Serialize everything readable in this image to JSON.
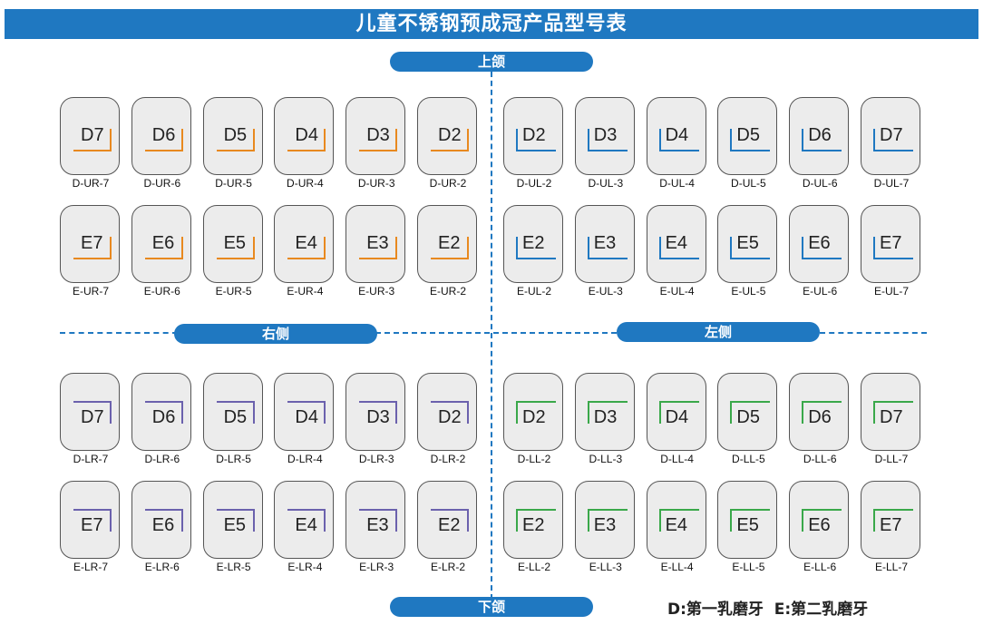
{
  "title": "儿童不锈钢预成冠产品型号表",
  "labels": {
    "upper": "上颌",
    "lower": "下颌",
    "right": "右侧",
    "left": "左侧"
  },
  "legend": "D:第一乳磨牙  E:第二乳磨牙",
  "colors": {
    "header": "#1f78c1",
    "upper_right": "#e8891f",
    "upper_left": "#1f78c1",
    "lower_right": "#6b61ad",
    "lower_left": "#3aa84a"
  },
  "quadrants": {
    "upper_right": {
      "rows": [
        [
          {
            "label": "D7",
            "code": "D-UR-7"
          },
          {
            "label": "D6",
            "code": "D-UR-6"
          },
          {
            "label": "D5",
            "code": "D-UR-5"
          },
          {
            "label": "D4",
            "code": "D-UR-4"
          },
          {
            "label": "D3",
            "code": "D-UR-3"
          },
          {
            "label": "D2",
            "code": "D-UR-2"
          }
        ],
        [
          {
            "label": "E7",
            "code": "E-UR-7"
          },
          {
            "label": "E6",
            "code": "E-UR-6"
          },
          {
            "label": "E5",
            "code": "E-UR-5"
          },
          {
            "label": "E4",
            "code": "E-UR-4"
          },
          {
            "label": "E3",
            "code": "E-UR-3"
          },
          {
            "label": "E2",
            "code": "E-UR-2"
          }
        ]
      ]
    },
    "upper_left": {
      "rows": [
        [
          {
            "label": "D2",
            "code": "D-UL-2"
          },
          {
            "label": "D3",
            "code": "D-UL-3"
          },
          {
            "label": "D4",
            "code": "D-UL-4"
          },
          {
            "label": "D5",
            "code": "D-UL-5"
          },
          {
            "label": "D6",
            "code": "D-UL-6"
          },
          {
            "label": "D7",
            "code": "D-UL-7"
          }
        ],
        [
          {
            "label": "E2",
            "code": "E-UL-2"
          },
          {
            "label": "E3",
            "code": "E-UL-3"
          },
          {
            "label": "E4",
            "code": "E-UL-4"
          },
          {
            "label": "E5",
            "code": "E-UL-5"
          },
          {
            "label": "E6",
            "code": "E-UL-6"
          },
          {
            "label": "E7",
            "code": "E-UL-7"
          }
        ]
      ]
    },
    "lower_right": {
      "rows": [
        [
          {
            "label": "D7",
            "code": "D-LR-7"
          },
          {
            "label": "D6",
            "code": "D-LR-6"
          },
          {
            "label": "D5",
            "code": "D-LR-5"
          },
          {
            "label": "D4",
            "code": "D-LR-4"
          },
          {
            "label": "D3",
            "code": "D-LR-3"
          },
          {
            "label": "D2",
            "code": "D-LR-2"
          }
        ],
        [
          {
            "label": "E7",
            "code": "E-LR-7"
          },
          {
            "label": "E6",
            "code": "E-LR-6"
          },
          {
            "label": "E5",
            "code": "E-LR-5"
          },
          {
            "label": "E4",
            "code": "E-LR-4"
          },
          {
            "label": "E3",
            "code": "E-LR-3"
          },
          {
            "label": "E2",
            "code": "E-LR-2"
          }
        ]
      ]
    },
    "lower_left": {
      "rows": [
        [
          {
            "label": "D2",
            "code": "D-LL-2"
          },
          {
            "label": "D3",
            "code": "D-LL-3"
          },
          {
            "label": "D4",
            "code": "D-LL-4"
          },
          {
            "label": "D5",
            "code": "D-LL-5"
          },
          {
            "label": "D6",
            "code": "D-LL-6"
          },
          {
            "label": "D7",
            "code": "D-LL-7"
          }
        ],
        [
          {
            "label": "E2",
            "code": "E-LL-2"
          },
          {
            "label": "E3",
            "code": "E-LL-3"
          },
          {
            "label": "E4",
            "code": "E-LL-4"
          },
          {
            "label": "E5",
            "code": "E-LL-5"
          },
          {
            "label": "E6",
            "code": "E-LL-6"
          },
          {
            "label": "E7",
            "code": "E-LL-7"
          }
        ]
      ]
    }
  }
}
